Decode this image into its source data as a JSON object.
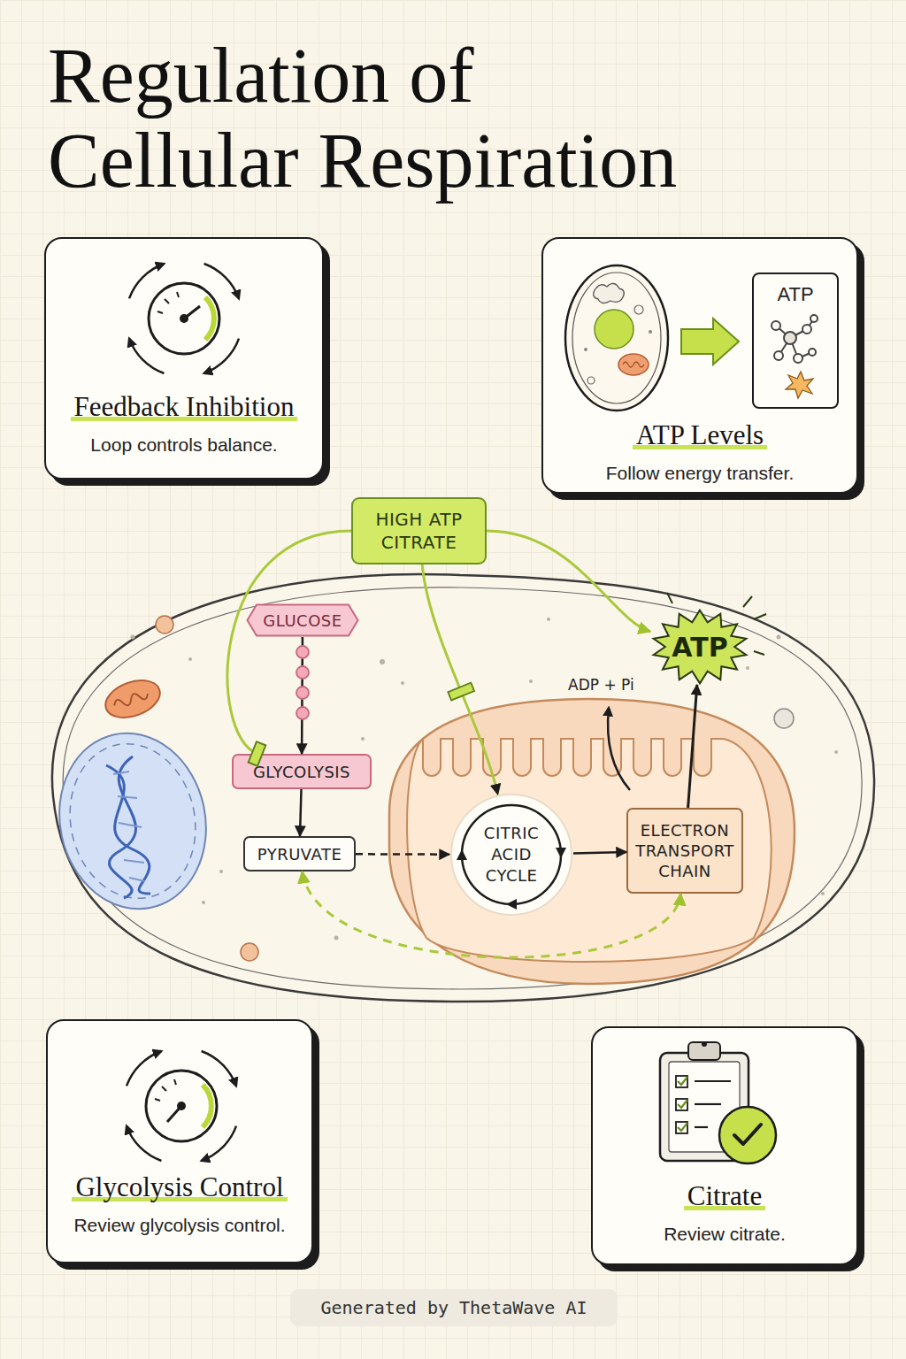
{
  "diagram": {
    "title": "Regulation of Cellular Respiration",
    "nodes": [
      {
        "text": [
          "Feedback Inhibition",
          "Loop controls balance."
        ]
      },
      {
        "text": [
          "ATP Levels",
          "Follow energy transfer."
        ]
      },
      {
        "text": [
          "ATP"
        ],
        "in": 1
      },
      {
        "text": [
          "HIGH ATP CITRATE"
        ]
      },
      {
        "text": [
          "GLUCOSE"
        ]
      },
      {
        "text": [
          "GLYCOLYSIS"
        ]
      },
      {
        "text": [
          "PYRUVATE"
        ]
      },
      {
        "text": [
          "CITRIC ACID CYCLE"
        ]
      },
      {
        "text": [
          "ELECTRON TRANSPORT CHAIN"
        ]
      },
      {
        "text": [
          "ATP"
        ]
      },
      {
        "text": [
          "Glycolysis Control",
          "Review glycolysis control."
        ]
      },
      {
        "text": [
          "Citrate",
          "Review citrate."
        ]
      }
    ],
    "edges": [
      {
        "from": 4,
        "to": 5,
        "arrow": "to"
      },
      {
        "from": 5,
        "to": 6,
        "arrow": "to"
      },
      {
        "from": 6,
        "to": 7,
        "arrow": "to"
      },
      {
        "from": 7,
        "to": 8,
        "arrow": "to"
      },
      {
        "from": 8,
        "to": 9,
        "arrow": "to"
      },
      {
        "from": 3,
        "to": 5,
        "arrow": "to"
      },
      {
        "from": 3,
        "to": 7,
        "arrow": "to"
      },
      {
        "from": 3,
        "to": 9,
        "arrow": "to"
      },
      {
        "from": 6,
        "to": 8,
        "arrow": "both"
      }
    ],
    "labels": [
      "ADP + Pi",
      "Generated by ThetaWave AI"
    ]
  }
}
